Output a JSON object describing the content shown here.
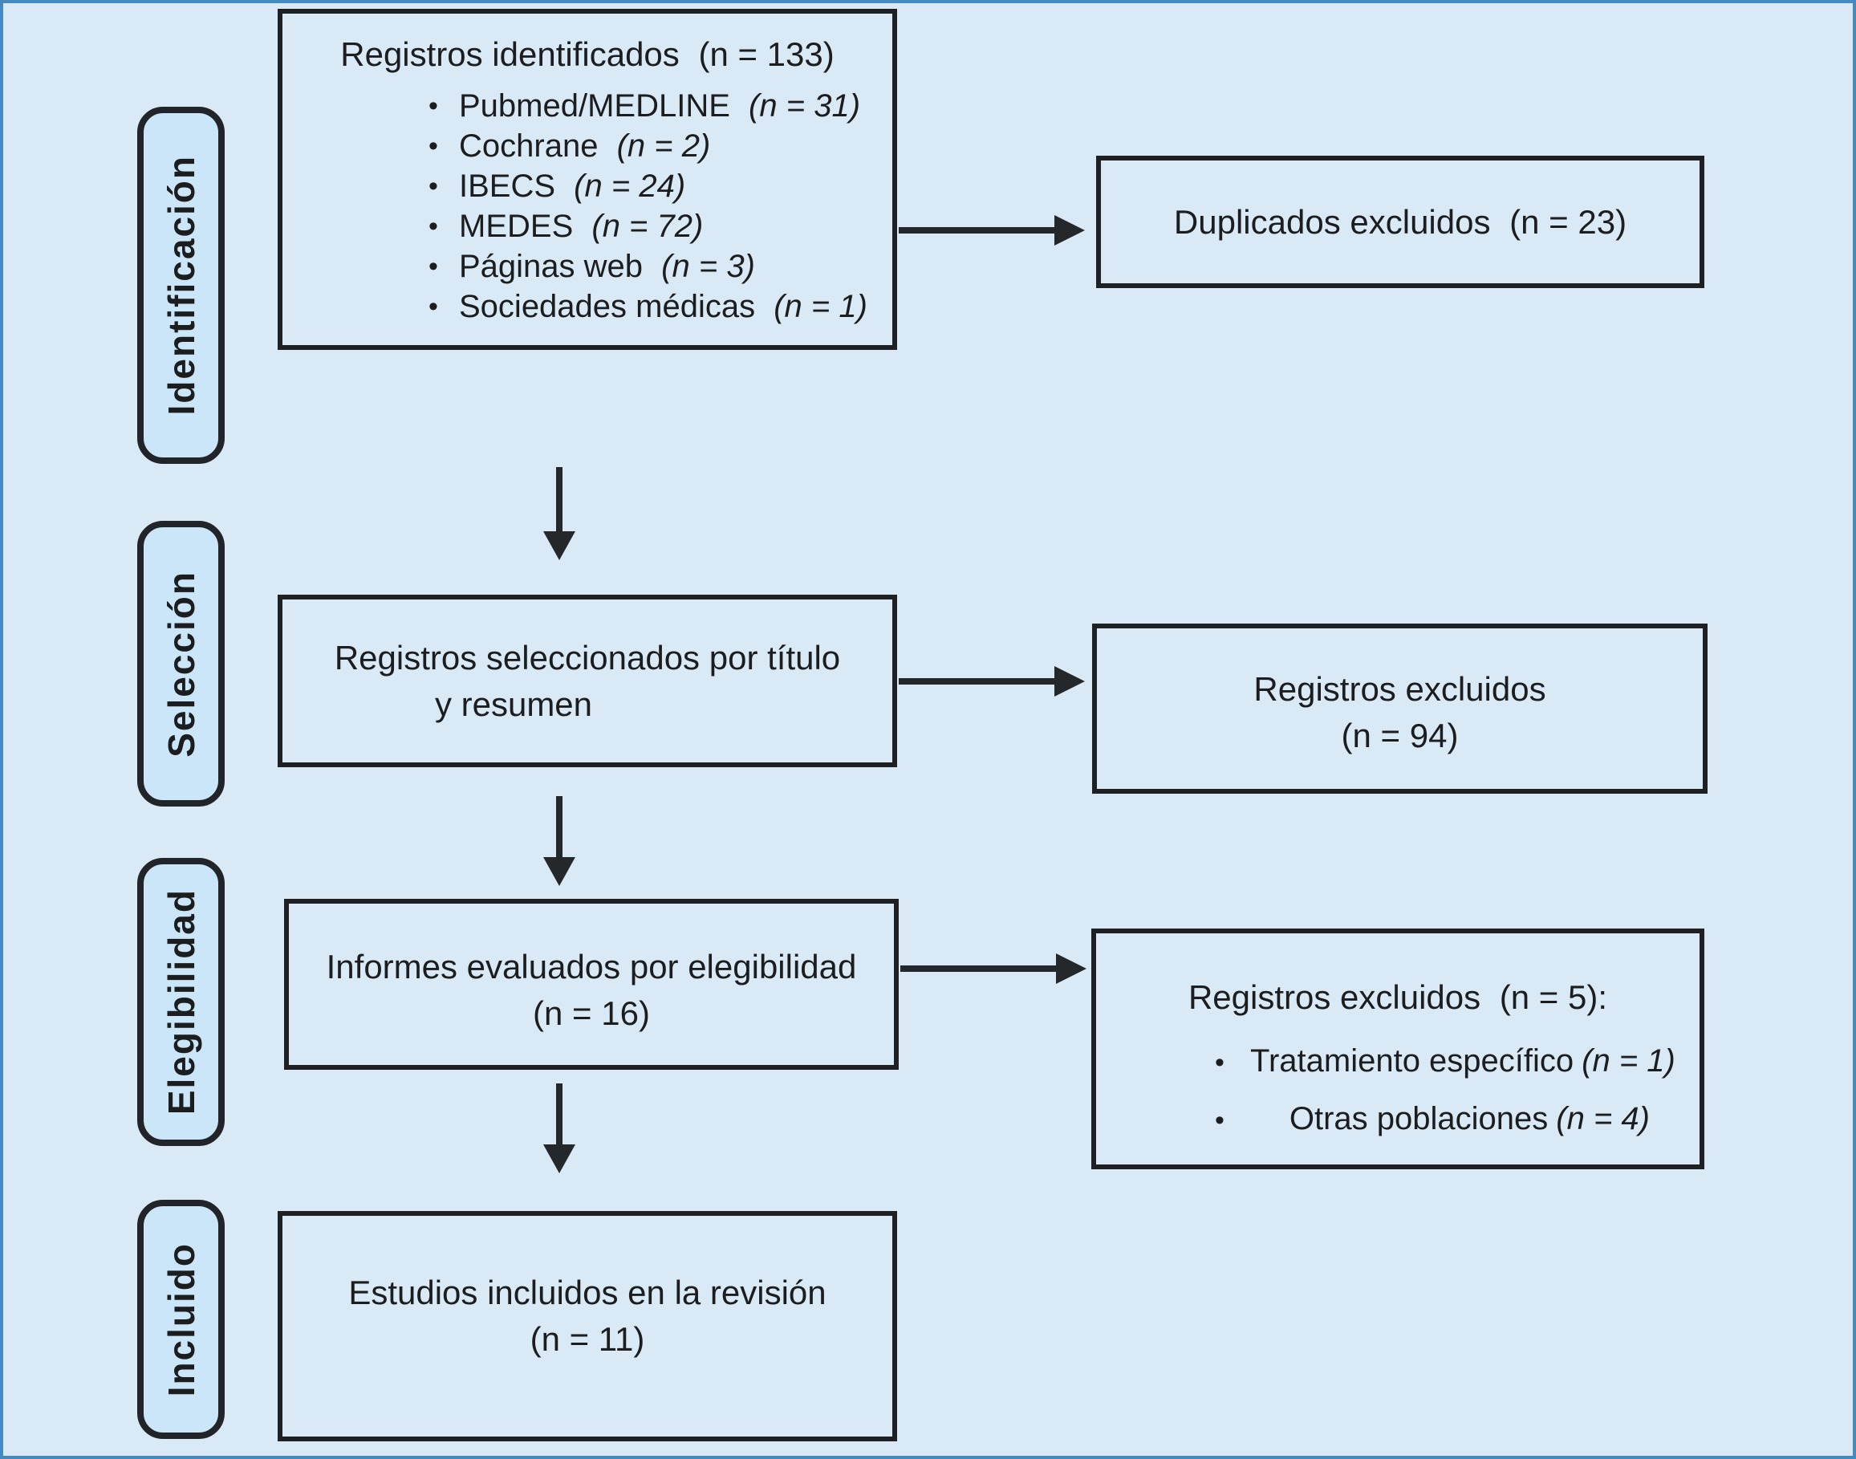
{
  "diagram": {
    "type": "prisma-flowchart",
    "colors": {
      "background": "#d9e9f5",
      "pill_fill": "#cbe6f8",
      "box_fill": "#d9e9f5",
      "box_border": "#1e2023",
      "arrow": "#25282b",
      "frame": "#4489c0",
      "text": "#1b1d1f"
    },
    "stages": [
      {
        "label": "Identificación"
      },
      {
        "label": "Selección"
      },
      {
        "label": "Elegibilidad"
      },
      {
        "label": "Incluido"
      }
    ],
    "boxes": {
      "identified": {
        "title": "Registros identificados",
        "count": "(n = 133)",
        "sources": [
          {
            "name": "Pubmed/MEDLINE",
            "count": "(n = 31)"
          },
          {
            "name": "Cochrane",
            "count": "(n = 2)"
          },
          {
            "name": "IBECS",
            "count": "(n = 24)"
          },
          {
            "name": "MEDES",
            "count": "(n = 72)"
          },
          {
            "name": "Páginas web",
            "count": "(n = 3)"
          },
          {
            "name": "Sociedades médicas",
            "count": "(n = 1)"
          }
        ]
      },
      "duplicates_excluded": {
        "text": "Duplicados excluidos",
        "count": "(n = 23)"
      },
      "screened": {
        "line1": "Registros seleccionados por título",
        "line2": "y resumen"
      },
      "excluded_screening": {
        "text": "Registros excluidos",
        "count": "(n = 94)"
      },
      "eligibility": {
        "text": "Informes evaluados por elegibilidad",
        "count": "(n = 16)"
      },
      "excluded_eligibility": {
        "text": "Registros excluidos",
        "count": "(n = 5):",
        "reasons": [
          {
            "name": "Tratamiento específico",
            "count": "(n = 1)"
          },
          {
            "name": "Otras poblaciones",
            "count": "(n = 4)"
          }
        ]
      },
      "included": {
        "text": "Estudios incluidos en la revisión",
        "count": "(n = 11)"
      }
    }
  }
}
